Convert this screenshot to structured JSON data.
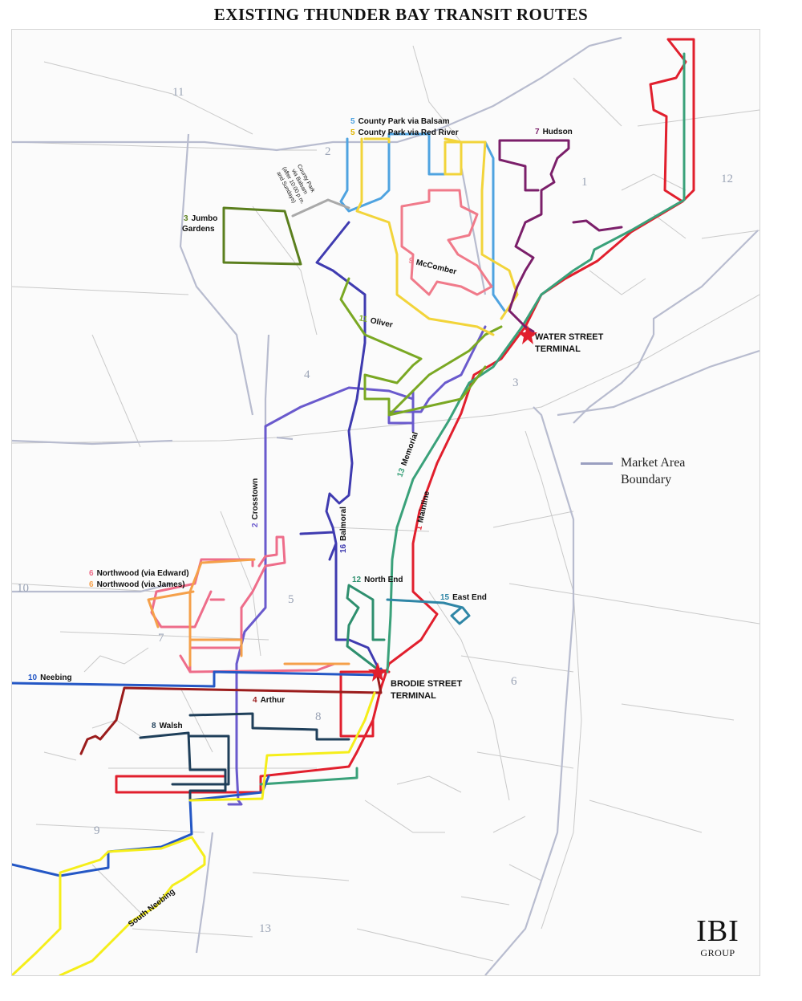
{
  "title": "EXISTING THUNDER BAY TRANSIT ROUTES",
  "legend": {
    "line1": "Market Area",
    "line2": "Boundary",
    "color": "#9a9fc0"
  },
  "logo": {
    "main": "IBI",
    "sub": "GROUP"
  },
  "terminals": {
    "water": {
      "line1": "WATER STREET",
      "line2": "TERMINAL"
    },
    "brodie": {
      "line1": "BRODIE STREET",
      "line2": "TERMINAL"
    }
  },
  "areas": [
    "11",
    "12",
    "2",
    "1",
    "4",
    "3",
    "10",
    "5",
    "7",
    "6",
    "8",
    "9",
    "13"
  ],
  "routes": [
    {
      "num": "1",
      "name": "Mainline",
      "color": "#e11f2d"
    },
    {
      "num": "2",
      "name": "Crosstown",
      "color": "#6a5acd"
    },
    {
      "num": "3",
      "name": "Jumbo",
      "name2": "Gardens",
      "color": "#5b7f1e"
    },
    {
      "num": "4",
      "name": "Arthur",
      "color": "#9b1c1c"
    },
    {
      "num": "5",
      "name": "County Park via Balsam",
      "color": "#4fa3e0"
    },
    {
      "num": "5",
      "name": "County Park via Red River",
      "color": "#f2d43a"
    },
    {
      "num": "6",
      "name": "Northwood (via Edward)",
      "color": "#ee6d8a"
    },
    {
      "num": "6",
      "name": "Northwood (via James)",
      "color": "#f5a04a"
    },
    {
      "num": "7",
      "name": "Hudson",
      "color": "#7b1f6a"
    },
    {
      "num": "8",
      "name": "Walsh",
      "color": "#1f3f5a"
    },
    {
      "num": "9",
      "name": "McComber",
      "color": "#f07a8a"
    },
    {
      "num": "10",
      "name": "Neebing",
      "color": "#2457c5"
    },
    {
      "num": "11",
      "name": "Oliver",
      "color": "#7aa823"
    },
    {
      "num": "12",
      "name": "North End",
      "color": "#2e8f6e"
    },
    {
      "num": "13",
      "name": "Memorial",
      "color": "#3aa17a"
    },
    {
      "num": "15",
      "name": "East End",
      "color": "#2f86a6"
    },
    {
      "num": "16",
      "name": "Balmoral",
      "color": "#3f3bb0"
    },
    {
      "num": "",
      "name": "South Neebing",
      "color": "#f5ee1a"
    }
  ],
  "county_park_note": {
    "l1": "County Park",
    "l2": "via Balsam",
    "l3": "(after 10:00 p.m.",
    "l4": "and Sundays)"
  }
}
